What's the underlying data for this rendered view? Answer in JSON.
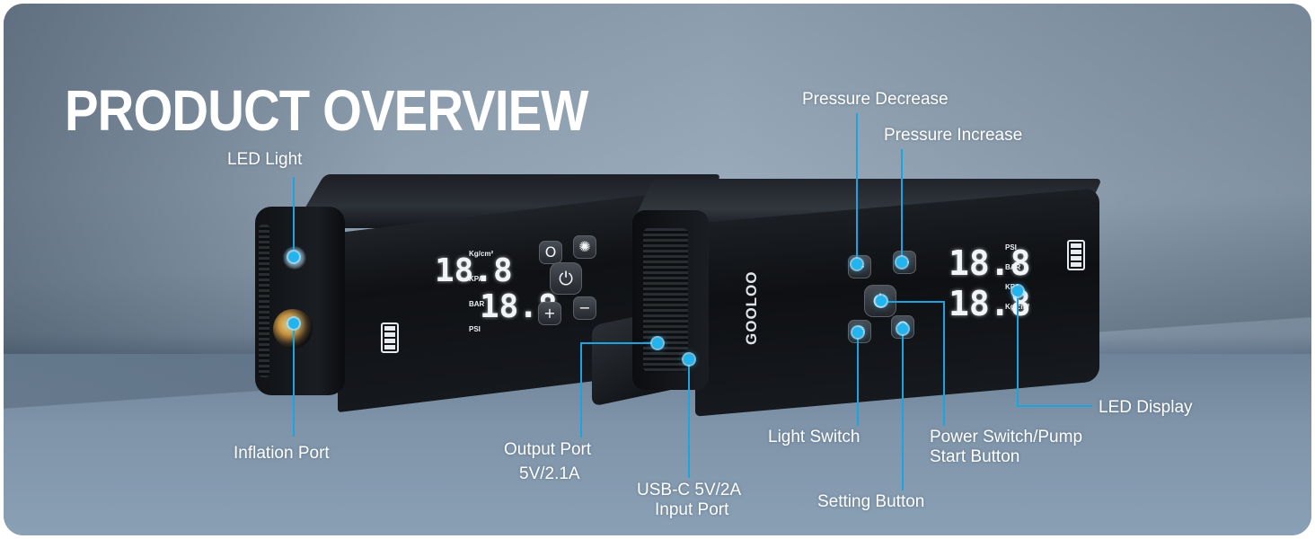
{
  "title": "PRODUCT OVERVIEW",
  "brand": "GOOLOO",
  "devices": {
    "left_display": {
      "digits_top": "18.8",
      "digits_bottom": "18.8",
      "units": [
        "PSI",
        "BAR",
        "KPA",
        "Kg/cm²"
      ]
    },
    "right_display": {
      "digits_top": "18.8",
      "digits_bottom": "18.8",
      "units": [
        "PSI",
        "BAR",
        "KPA",
        "Kg/cm²"
      ]
    },
    "buttons": {
      "plus": "+",
      "minus": "−",
      "power": "⏻",
      "setting": "O",
      "light": "✺"
    }
  },
  "callouts": {
    "led_light": "LED Light",
    "inflation_port": "Inflation Port",
    "output_port_line1": "Output Port",
    "output_port_line2": "5V/2.1A",
    "usb_c_line1": "USB-C 5V/2A",
    "usb_c_line2": "Input Port",
    "pressure_decrease": "Pressure Decrease",
    "pressure_increase": "Pressure Increase",
    "light_switch": "Light Switch",
    "setting_button": "Setting Button",
    "power_line1": "Power Switch/Pump",
    "power_line2": "Start Button",
    "led_display": "LED Display"
  },
  "colors": {
    "callout": "#1aa5e0",
    "callout_dot": "#22b4ee",
    "title": "#ffffff"
  },
  "icons": [
    "power-icon",
    "plus-icon",
    "minus-icon",
    "light-icon",
    "setting-icon",
    "battery-icon",
    "car-icon",
    "bike-icon",
    "ball-icon"
  ]
}
